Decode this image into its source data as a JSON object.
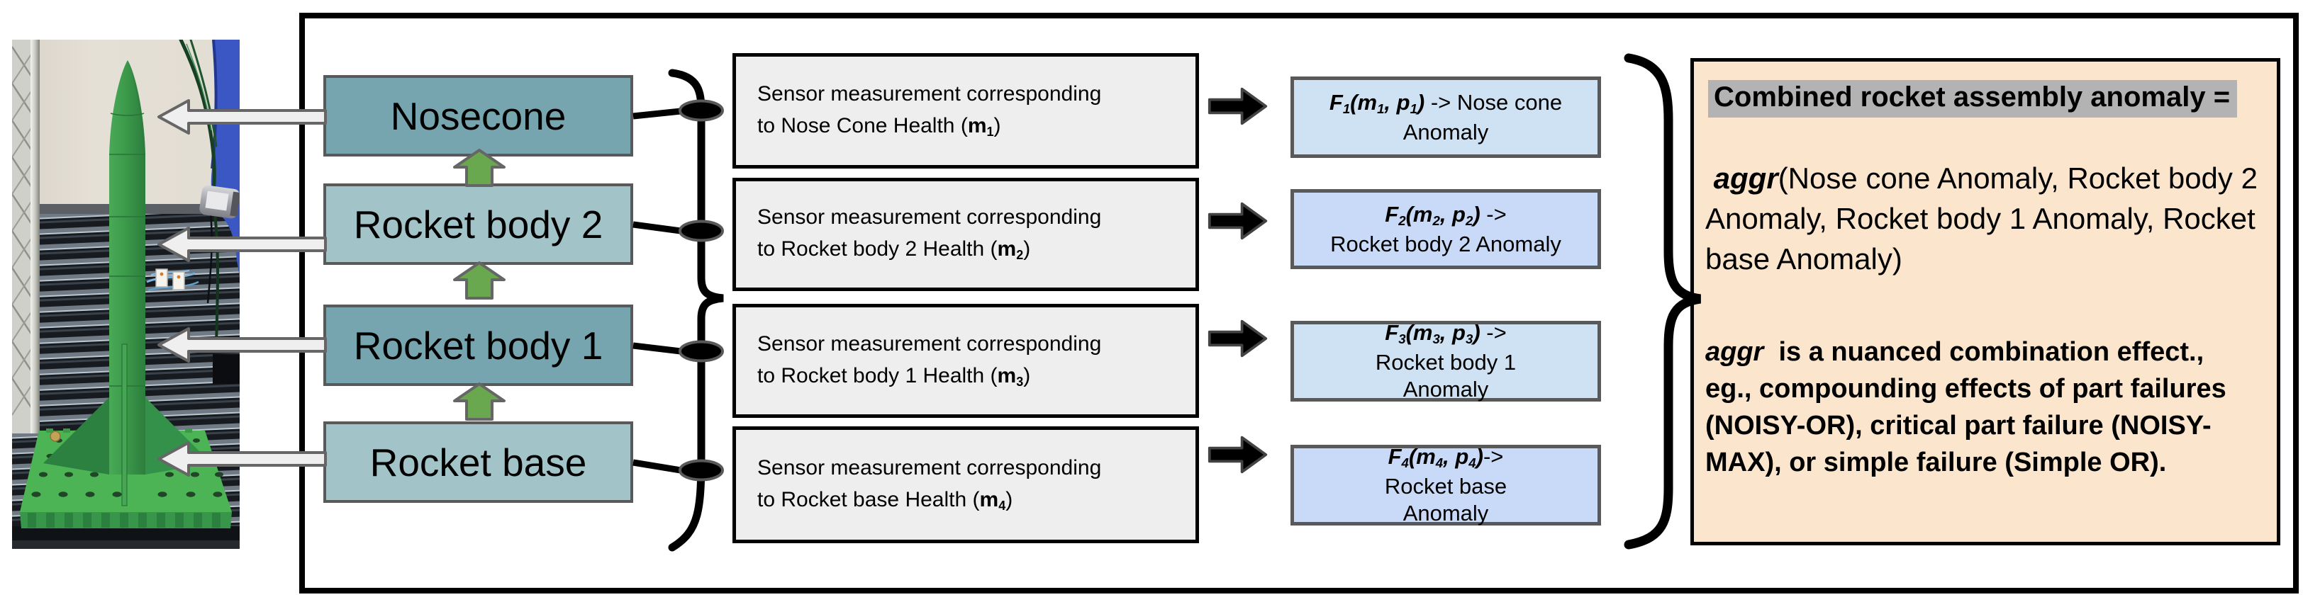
{
  "palette": {
    "component_dark": "#76a5af",
    "component_light": "#a2c4c9",
    "sensor_fill": "#eeeeee",
    "anomaly_fill_a": "#cfe2f3",
    "anomaly_fill_b": "#c9daf8",
    "panel_fill": "#fce5cd",
    "title_highlight": "#b3b3b3",
    "flow_green": "#6aa84f",
    "outline_gray": "#595959"
  },
  "component_stack": {
    "boxes": [
      {
        "label": "Nosecone",
        "tone": "dark"
      },
      {
        "label": "Rocket body 2",
        "tone": "light"
      },
      {
        "label": "Rocket body 1",
        "tone": "dark"
      },
      {
        "label": "Rocket base",
        "tone": "light"
      }
    ]
  },
  "sensor_column": {
    "boxes": [
      {
        "runs": [
          {
            "t": "Sensor measurement corresponding"
          },
          {
            "br": true
          },
          {
            "t": "to Nose Cone Health ("
          },
          {
            "t": "m",
            "b": true
          },
          {
            "t": "1",
            "b": true,
            "sub": true
          },
          {
            "t": ")"
          }
        ]
      },
      {
        "runs": [
          {
            "t": "Sensor measurement corresponding"
          },
          {
            "br": true
          },
          {
            "t": "to Rocket body 2 Health ("
          },
          {
            "t": "m",
            "b": true
          },
          {
            "t": "2",
            "b": true,
            "sub": true
          },
          {
            "t": ")"
          }
        ]
      },
      {
        "runs": [
          {
            "t": "Sensor measurement corresponding"
          },
          {
            "br": true
          },
          {
            "t": "to Rocket body 1 Health ("
          },
          {
            "t": "m",
            "b": true
          },
          {
            "t": "3",
            "b": true,
            "sub": true
          },
          {
            "t": ")"
          }
        ]
      },
      {
        "runs": [
          {
            "t": "Sensor measurement corresponding"
          },
          {
            "br": true
          },
          {
            "t": "to Rocket base Health ("
          },
          {
            "t": "m",
            "b": true
          },
          {
            "t": "4",
            "b": true,
            "sub": true
          },
          {
            "t": ")"
          }
        ]
      }
    ]
  },
  "anomaly_column": {
    "boxes": [
      {
        "runs": [
          {
            "t": "F",
            "fi": true
          },
          {
            "t": "1",
            "fi": true,
            "sub": true
          },
          {
            "t": "(m",
            "fi": true
          },
          {
            "t": "1",
            "fi": true,
            "sub": true
          },
          {
            "t": ", p",
            "fi": true
          },
          {
            "t": "1",
            "fi": true,
            "sub": true
          },
          {
            "t": ")",
            "fi": true
          },
          {
            "t": " -> Nose cone"
          },
          {
            "br": true
          },
          {
            "t": "Anomaly"
          }
        ]
      },
      {
        "runs": [
          {
            "t": "F",
            "fi": true
          },
          {
            "t": "2",
            "fi": true,
            "sub": true
          },
          {
            "t": "(m",
            "fi": true
          },
          {
            "t": "2",
            "fi": true,
            "sub": true
          },
          {
            "t": ", p",
            "fi": true
          },
          {
            "t": "2",
            "fi": true,
            "sub": true
          },
          {
            "t": ")",
            "fi": true
          },
          {
            "t": " ->"
          },
          {
            "br": true
          },
          {
            "t": "Rocket body 2 Anomaly"
          }
        ]
      },
      {
        "runs": [
          {
            "t": "F",
            "fi": true
          },
          {
            "t": "3",
            "fi": true,
            "sub": true
          },
          {
            "t": "(m",
            "fi": true
          },
          {
            "t": "3",
            "fi": true,
            "sub": true
          },
          {
            "t": ", p",
            "fi": true
          },
          {
            "t": "3",
            "fi": true,
            "sub": true
          },
          {
            "t": ")",
            "fi": true
          },
          {
            "t": " ->"
          },
          {
            "br": true
          },
          {
            "t": "Rocket body 1"
          },
          {
            "br": true
          },
          {
            "t": "Anomaly"
          }
        ]
      },
      {
        "runs": [
          {
            "t": "F",
            "fi": true
          },
          {
            "t": "4",
            "fi": true,
            "sub": true
          },
          {
            "t": "(m",
            "fi": true
          },
          {
            "t": "4",
            "fi": true,
            "sub": true
          },
          {
            "t": ", p",
            "fi": true
          },
          {
            "t": "4",
            "fi": true,
            "sub": true
          },
          {
            "t": ")",
            "fi": true
          },
          {
            "t": "->"
          },
          {
            "br": true
          },
          {
            "t": "Rocket base"
          },
          {
            "br": true
          },
          {
            "t": "Anomaly"
          }
        ]
      }
    ]
  },
  "aggregate_panel": {
    "title": "Combined rocket assembly anomaly =",
    "expression_runs": [
      {
        "t": " "
      },
      {
        "t": "aggr",
        "fi": true
      },
      {
        "t": "(Nose cone Anomaly, Rocket body 2   Anomaly, Rocket body 1 Anomaly, Rocket base Anomaly)"
      }
    ],
    "definition_runs": [
      {
        "t": "aggr",
        "fi": true
      },
      {
        "t": "  is a nuanced combination effect.,"
      },
      {
        "br": true
      },
      {
        "t": "eg., compounding effects of part failures (NOISY-OR), critical part failure (NOISY-MAX), or simple failure (Simple OR)."
      }
    ]
  }
}
